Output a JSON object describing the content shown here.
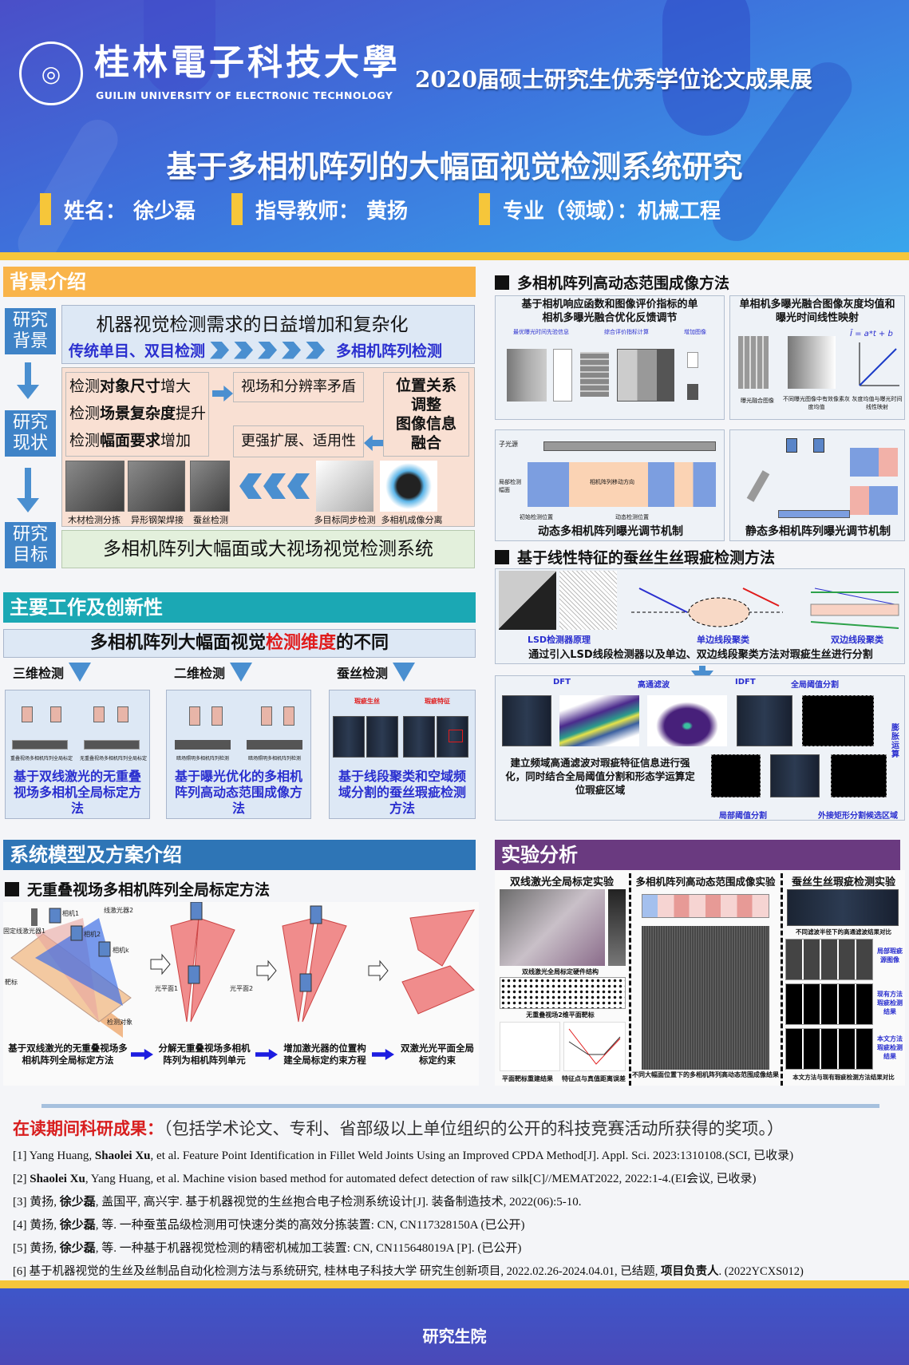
{
  "header": {
    "logo_text": "桂林电子科技大学",
    "university_cn": "桂林電子科技大學",
    "university_en": "GUILIN UNIVERSITY OF ELECTRONIC TECHNOLOGY",
    "exhibition": "2020届硕士研究生优秀学位论文成果展",
    "title": "基于多相机阵列的大幅面视觉检测系统研究",
    "name": "姓名：  徐少磊",
    "advisor": "指导教师：  黄扬",
    "major": "专业（领域）：机械工程"
  },
  "background": {
    "heading": "背景介绍",
    "side_labels": [
      "研究背景",
      "研究现状",
      "研究目标"
    ],
    "demand": "机器视觉检测需求的日益增加和复杂化",
    "traditional": "传统单目、双目检测",
    "multi": "多相机阵列检测",
    "rows": [
      {
        "pre": "检测",
        "bold": "对象尺寸",
        "post": "增大"
      },
      {
        "pre": "检测",
        "bold": "场景复杂度",
        "post": "提升"
      },
      {
        "pre": "检测",
        "bold": "幅面要求",
        "post": "增加"
      }
    ],
    "conflict": "视场和分辨率矛盾",
    "extension": "更强扩展、适用性",
    "position": "位置关系调整",
    "fusion": "图像信息融合",
    "photos": [
      "木材检测分拣",
      "异形钢架焊接",
      "蚕丝检测",
      "多目标同步检测",
      "多相机成像分离"
    ],
    "goal": "多相机阵列大幅面或大视场视觉检测系统"
  },
  "main_work": {
    "heading": "主要工作及创新性",
    "banner_pre": "多相机阵列大幅面视觉",
    "banner_red": "检测维度",
    "banner_post": "的不同",
    "columns": [
      {
        "label": "三维检测",
        "method": "基于双线激光的无重叠视场多相机全局标定方法",
        "fig_caps": [
          "重叠视场多相机阵列全局标定",
          "无重叠视场多相机阵列全局标定"
        ]
      },
      {
        "label": "二维检测",
        "method": "基于曝光优化的多相机阵列高动态范围成像方法",
        "fig_caps": [
          "暗场照明多相机阵列检测",
          "暗场照明多相机阵列检测"
        ]
      },
      {
        "label": "蚕丝检测",
        "method": "基于线段聚类和空域频域分割的蚕丝瑕疵检测方法",
        "fig_caps": [
          "瑕疵生丝",
          "瑕疵特征"
        ]
      }
    ]
  },
  "system": {
    "heading": "系统模型及方案介绍",
    "subheading": "无重叠视场多相机阵列全局标定方法",
    "steps": [
      "基于双线激光的无重叠视场多相机阵列全局标定方法",
      "分解无重叠视场多相机阵列为相机阵列单元",
      "增加激光器的位置构建全局标定约束方程",
      "双激光光平面全局标定约束"
    ],
    "labels": [
      "固定线激光器1",
      "相机1",
      "线激光器2",
      "相机2",
      "相机k",
      "靶标",
      "检测对象",
      "光平面1",
      "光平面2"
    ]
  },
  "hdr": {
    "heading": "多相机阵列高动态范围成像方法",
    "panel1_title": "基于相机响应函数和图像评价指标的单相机多曝光融合优化反馈调节",
    "panel1_labels": [
      "最优曝光时间先验信息",
      "综合评价指标计算",
      "增加图像"
    ],
    "panel2_title": "单相机多曝光融合图像灰度均值和曝光时间线性映射",
    "panel2_formula": "Ī = a*t + b",
    "panel2_labels": [
      "曝光融合图像",
      "不同曝光图像中有效像素灰度均值",
      "灰度均值与曝光时间线性映射"
    ],
    "panel3_title": "动态多相机阵列曝光调节机制",
    "panel3_labels": [
      "子光源",
      "局部检测幅面",
      "相机阵列移动方向",
      "初始检测位置",
      "动态检测位置"
    ],
    "panel4_title": "静态多相机阵列曝光调节机制"
  },
  "silk": {
    "heading": "基于线性特征的蚕丝生丝瑕疵检测方法",
    "labels": [
      "LSD检测器原理",
      "单边线段聚类",
      "双边线段聚类"
    ],
    "summary1": "通过引入LSD线段检测器以及单边、双边线段聚类方法对瑕疵生丝进行分割",
    "steps": [
      "DFT",
      "高通滤波",
      "IDFT",
      "全局阈值分割",
      "膨胀运算",
      "局部阈值分割",
      "外接矩形分割候选区域"
    ],
    "summary2": "建立频域高通滤波对瑕疵特征信息进行强化，同时结合全局阈值分割和形态学运算定位瑕疵区域"
  },
  "experiment": {
    "heading": "实验分析",
    "cols": [
      {
        "title": "双线激光全局标定实验",
        "caps": [
          "双线激光全局标定硬件结构",
          "无重叠视场2维平面靶标",
          "平面靶标重建结果",
          "特征点与真值距离误差"
        ]
      },
      {
        "title": "多相机阵列高动态范围成像实验",
        "caps": [
          "不同大幅面位置下的多相机阵列高动态范围成像结果"
        ]
      },
      {
        "title": "蚕丝生丝瑕疵检测实验",
        "caps": [
          "不同滤波半径下的高通滤波结果对比",
          "本文方法与现有瑕疵检测方法结果对比"
        ],
        "side": [
          "局部瑕疵源图像",
          "现有方法瑕疵检测结果",
          "本文方法瑕疵检测结果"
        ]
      }
    ]
  },
  "results": {
    "heading": "在读期间科研成果：",
    "note": "（包括学术论文、专利、省部级以上单位组织的公开的科技竞赛活动所获得的奖项。）",
    "refs": [
      {
        "a": "[1] Yang Huang, ",
        "b": "Shaolei Xu",
        "c": ", et al. Feature Point Identification in Fillet Weld Joints Using an Improved CPDA Method[J]. Appl. Sci. 2023:1310108.(SCI, 已收录)"
      },
      {
        "a": "[2] ",
        "b": "Shaolei Xu",
        "c": ", Yang Huang, et al. Machine vision based method for automated defect detection of raw silk[C]//MEMAT2022, 2022:1-4.(EI会议, 已收录)"
      },
      {
        "a": "[3] 黄扬, ",
        "b": "徐少磊",
        "c": ", 盖国平, 高兴宇. 基于机器视觉的生丝抱合电子检测系统设计[J]. 装备制造技术, 2022(06):5-10."
      },
      {
        "a": "[4] 黄扬, ",
        "b": "徐少磊",
        "c": ", 等. 一种蚕茧品级检测用可快速分类的高效分拣装置: CN, CN117328150A (已公开)"
      },
      {
        "a": "[5] 黄扬, ",
        "b": "徐少磊",
        "c": ", 等. 一种基于机器视觉检测的精密机械加工装置: CN, CN115648019A [P]. (已公开)"
      },
      {
        "a": "[6] 基于机器视觉的生丝及丝制品自动化检测方法与系统研究, 桂林电子科技大学 研究生创新项目, 2022.02.26-2024.04.01, 已结题, ",
        "b": "项目负责人",
        "c": ". (2022YCXS012)"
      }
    ]
  },
  "footer": {
    "text": "研究生院"
  }
}
